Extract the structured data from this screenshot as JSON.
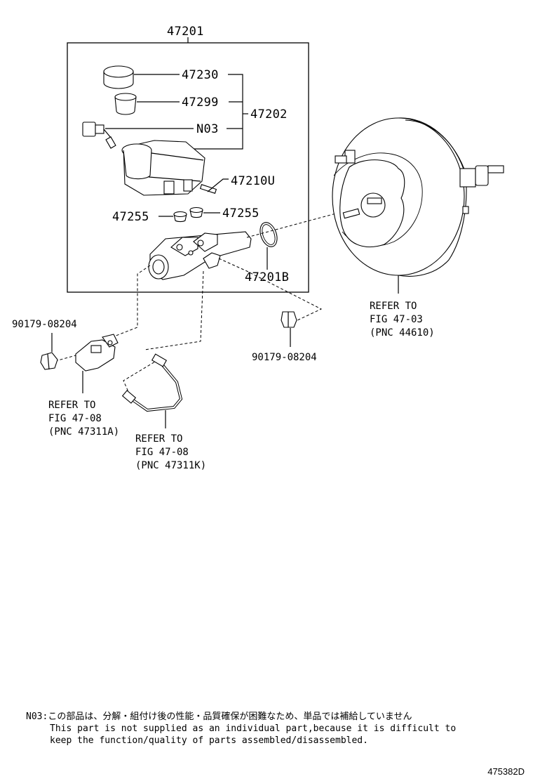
{
  "labels": {
    "assembly": "47201",
    "cap": "47230",
    "grommet": "47299",
    "reservoir_set": "47202",
    "sensor": "N03",
    "pin": "47210U",
    "grommet_left": "47255",
    "grommet_right": "47255",
    "oring": "47201B",
    "nut_left": "90179-08204",
    "nut_right": "90179-08204"
  },
  "refs": {
    "booster": [
      "REFER TO",
      "FIG 47-03",
      "(PNC 44610)"
    ],
    "valve": [
      "REFER TO",
      "FIG 47-08",
      "(PNC 47311A)"
    ],
    "tube": [
      "REFER TO",
      "FIG 47-08",
      "(PNC 47311K)"
    ]
  },
  "note": {
    "prefix": "N03:",
    "japanese": "この部品は、分解・組付け後の性能・品質確保が困難なため、単品では補給していません",
    "english_line1": "This part is not supplied as an individual part,because it is difficult to",
    "english_line2": "keep the function/quality of parts assembled/disassembled."
  },
  "figure_id": "475382D"
}
